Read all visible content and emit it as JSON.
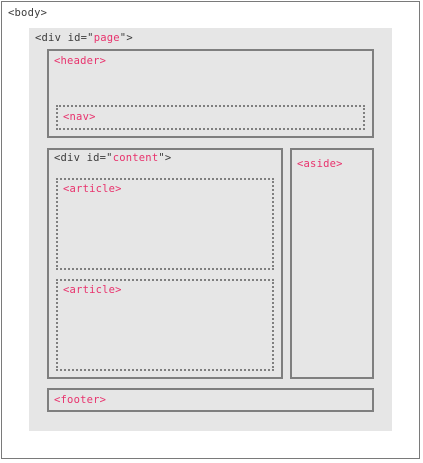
{
  "body": {
    "tag": "<body>"
  },
  "page": {
    "tag_open": "<div id=\"",
    "id_value": "page",
    "tag_close": "\">"
  },
  "header": {
    "tag": "<header>"
  },
  "nav": {
    "tag": "<nav>"
  },
  "content": {
    "tag_open": "<div id=\"",
    "id_value": "content",
    "tag_close": "\">"
  },
  "articles": [
    {
      "tag": "<article>"
    },
    {
      "tag": "<article>"
    }
  ],
  "aside": {
    "tag": "<aside>"
  },
  "footer": {
    "tag": "<footer>"
  },
  "colors": {
    "tag_accent": "#e8336d",
    "tag_dark": "#3d3d3d",
    "page_background": "#e6e6e6",
    "border": "#7f7f7f"
  }
}
